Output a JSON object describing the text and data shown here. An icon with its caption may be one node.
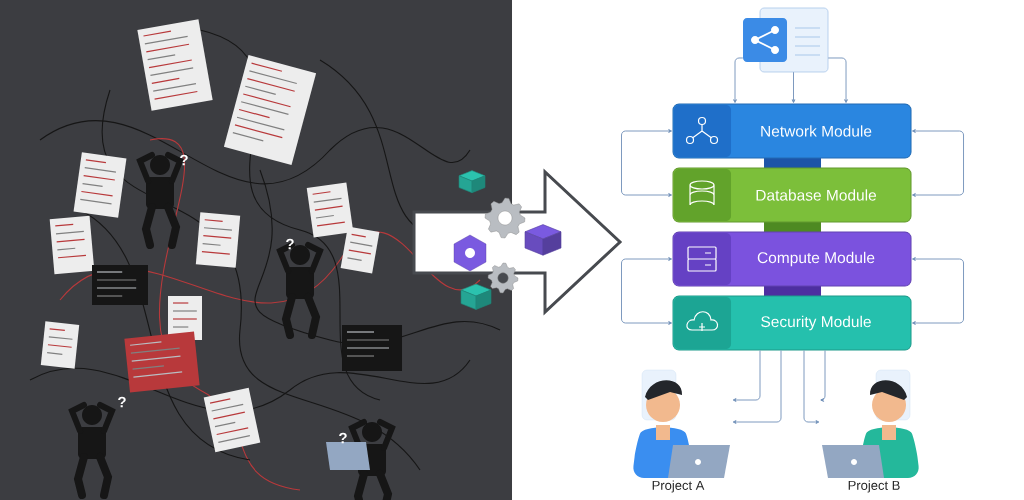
{
  "diagram": {
    "nodes": [
      {
        "text": [],
        "shape": "picture"
      },
      {
        "text": [
          "Network Module"
        ]
      },
      {
        "text": [
          "Database Module"
        ]
      },
      {
        "text": [
          "Compute Module"
        ]
      },
      {
        "text": [
          "Security Module"
        ]
      },
      {
        "text": [
          "Project A"
        ]
      },
      {
        "text": [
          "Project B"
        ]
      }
    ],
    "edges": [
      {
        "from": 0,
        "to": 1,
        "arrow": "to"
      },
      {
        "from": 0,
        "to": 1,
        "arrow": "to"
      },
      {
        "from": 0,
        "to": 1,
        "arrow": "to"
      },
      {
        "from": 1,
        "to": 2,
        "arrow": "both"
      },
      {
        "from": 1,
        "to": 2,
        "arrow": "both"
      },
      {
        "from": 3,
        "to": 4,
        "arrow": "both"
      },
      {
        "from": 3,
        "to": 4,
        "arrow": "both"
      },
      {
        "from": 4,
        "to": 5,
        "arrow": "to"
      },
      {
        "from": 4,
        "to": 5,
        "arrow": "to"
      },
      {
        "from": 4,
        "to": 6,
        "arrow": "to"
      },
      {
        "from": 4,
        "to": 6,
        "arrow": "to"
      }
    ],
    "labels": [
      "?",
      "?",
      "?",
      "?"
    ]
  }
}
